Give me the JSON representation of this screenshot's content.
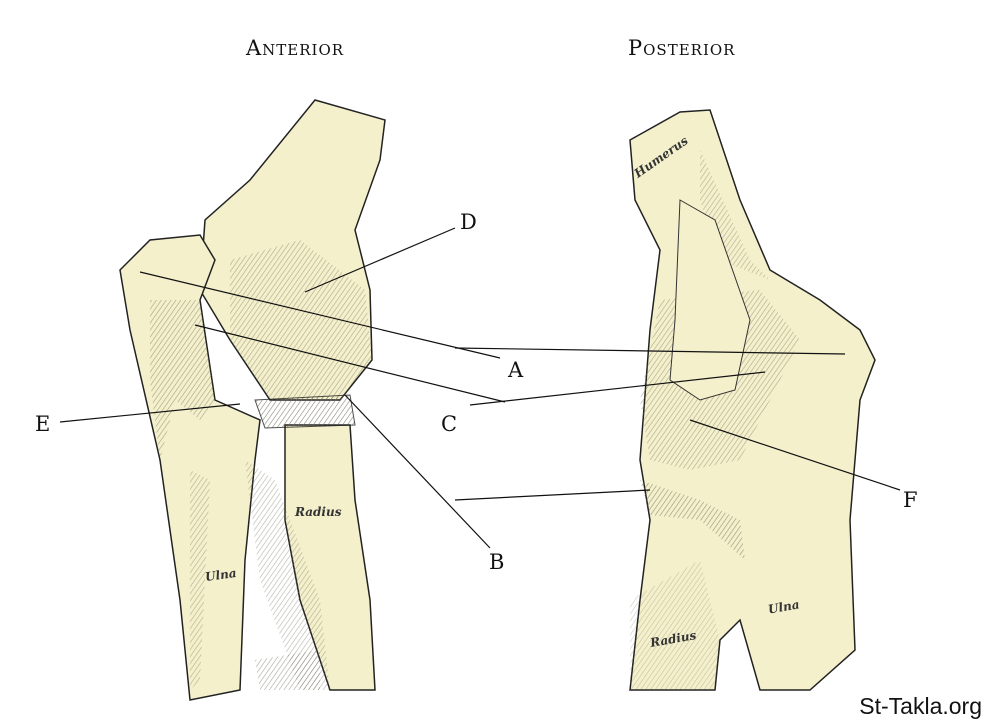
{
  "titles": {
    "anterior": "Anterior",
    "posterior": "Posterior"
  },
  "labels": {
    "A": "A",
    "B": "B",
    "C": "C",
    "D": "D",
    "E": "E",
    "F": "F"
  },
  "bones": {
    "ulna_anterior": "Ulna",
    "radius_anterior": "Radius",
    "humerus_posterior": "Humerus",
    "radius_posterior": "Radius",
    "ulna_posterior": "Ulna"
  },
  "watermark": "St-Takla.org",
  "colors": {
    "bone": "#f4f0cc",
    "shade": "#8a8672",
    "line": "#111111"
  }
}
